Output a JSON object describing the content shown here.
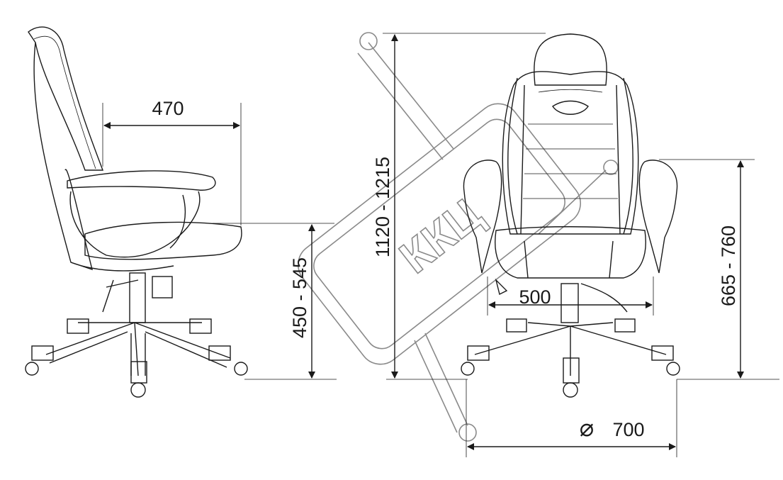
{
  "dimensions": {
    "seat_depth": "470",
    "seat_height": "450 - 545",
    "total_height": "1120 - 1215",
    "armrest_height": "665 - 760",
    "seat_width": "500",
    "base_diameter_symbol": "⌀",
    "base_diameter": "700"
  },
  "watermark": {
    "text": "ККЦ"
  },
  "colors": {
    "line": "#1a1a1a",
    "watermark": "#8a8a8a"
  }
}
